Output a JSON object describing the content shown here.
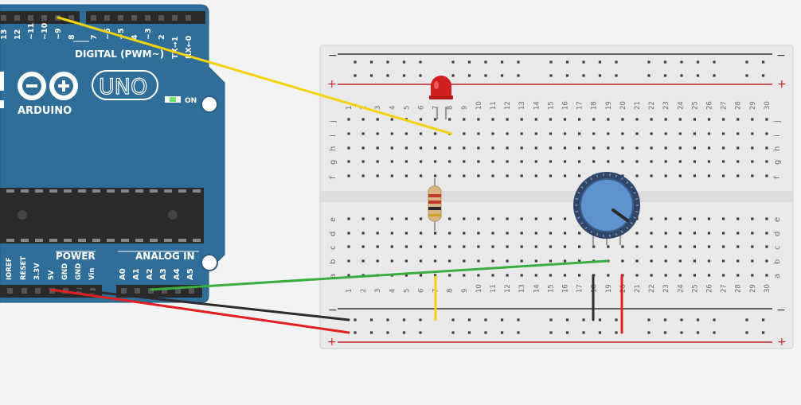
{
  "colors": {
    "background": "#f1f3f5",
    "arduino_board": "#2f6e98",
    "breadboard": "#e9e9e9",
    "wire_yellow": "#f2d20c",
    "wire_green": "#3aae3f",
    "wire_black": "#2b2b2b",
    "wire_red": "#e02020",
    "led": "#d21f1f",
    "pot_knob": "#5f93cf"
  },
  "arduino": {
    "digital_pin_labels": [
      "13",
      "12",
      "~11",
      "~10",
      "~9",
      "8",
      "7",
      "~6",
      "~5",
      "4",
      "~3",
      "2",
      "TX→1",
      "RX←0"
    ],
    "digital_title": "DIGITAL (PWM~)",
    "brand": "ARDUINO",
    "model": "UNO",
    "on_label": "ON",
    "power_title": "POWER",
    "power_pin_labels": [
      "IOREF",
      "RESET",
      "3.3V",
      "5V",
      "GND",
      "GND",
      "Vin"
    ],
    "analog_title": "ANALOG IN",
    "analog_pin_labels": [
      "A0",
      "A1",
      "A2",
      "A3",
      "A4",
      "A5"
    ]
  },
  "breadboard": {
    "column_count": 30,
    "top_row_letters": [
      "j",
      "i",
      "h",
      "g",
      "f"
    ],
    "bottom_row_letters": [
      "e",
      "d",
      "c",
      "b",
      "a"
    ],
    "rail_minus": "−",
    "rail_plus": "+"
  },
  "components": [
    "led",
    "resistor",
    "potentiometer"
  ]
}
